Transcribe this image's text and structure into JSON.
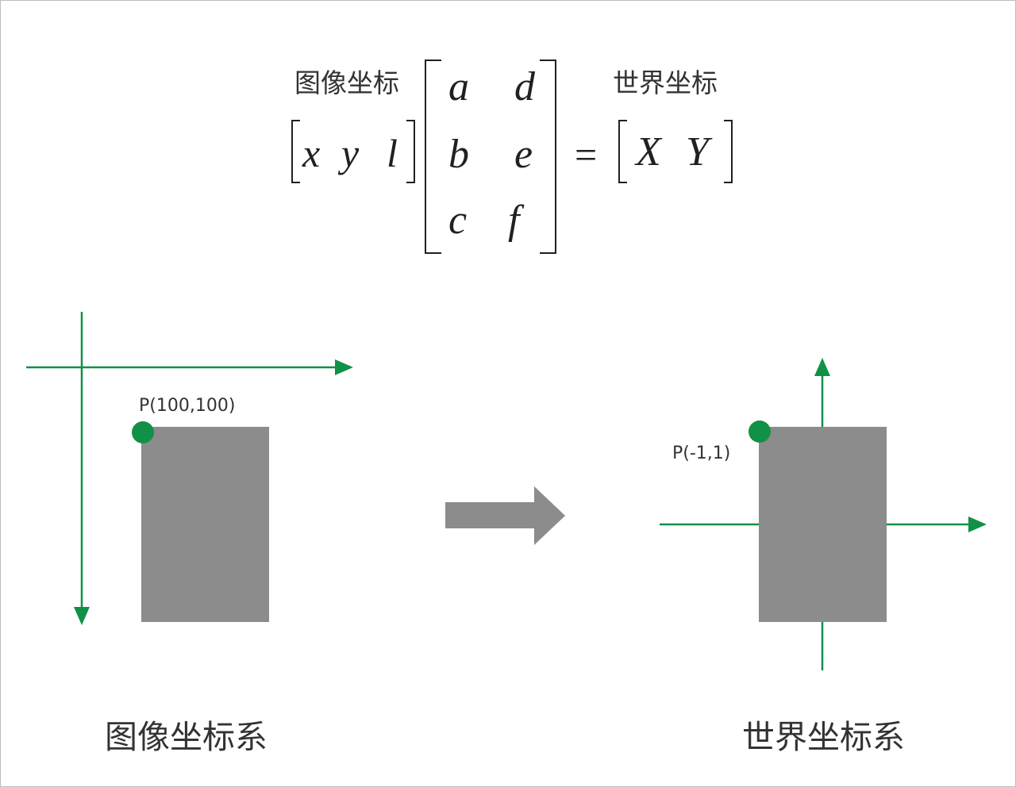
{
  "colors": {
    "axis": "#119147",
    "shape": "#8c8c8c",
    "text": "#231f20"
  },
  "equation": {
    "image_label": "图像坐标",
    "world_label": "世界坐标",
    "row_vector": [
      "x",
      "y",
      "l"
    ],
    "matrix": [
      [
        "a",
        "d"
      ],
      [
        "b",
        "e"
      ],
      [
        "c",
        "f"
      ]
    ],
    "equals": "=",
    "result": [
      "X",
      "Y"
    ]
  },
  "image_coords": {
    "point_label": "P(100,100)",
    "caption": "图像坐标系"
  },
  "world_coords": {
    "point_label": "P(-1,1)",
    "caption": "世界坐标系"
  }
}
